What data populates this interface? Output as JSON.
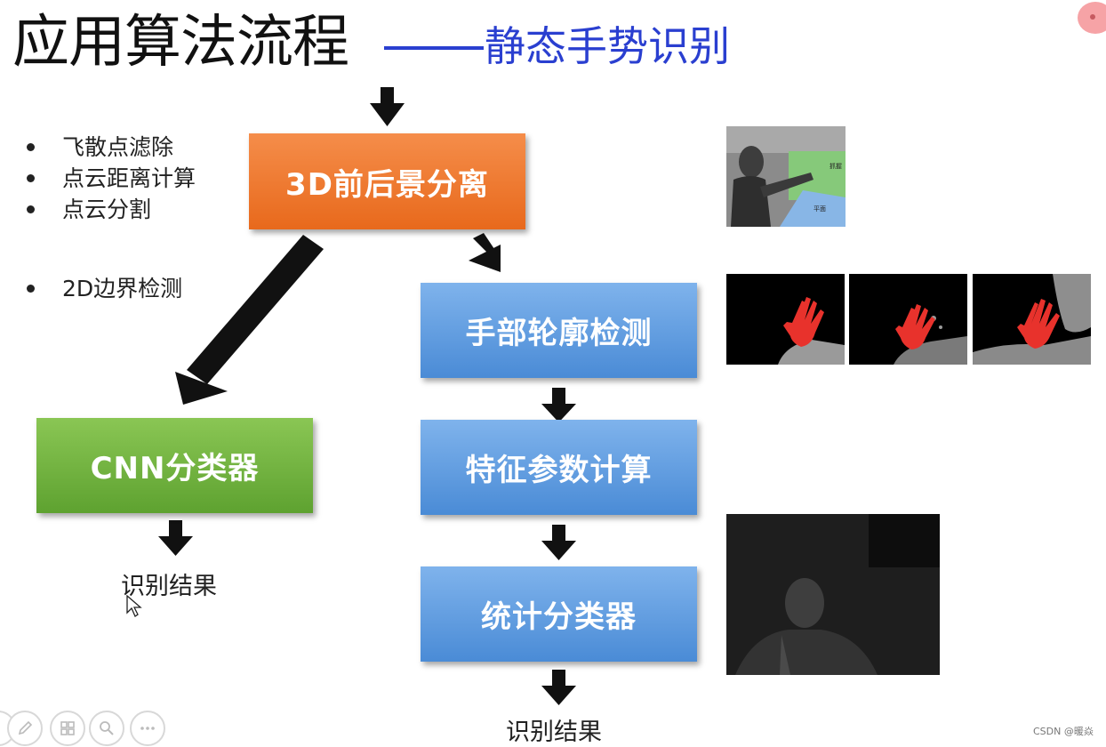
{
  "title": {
    "main": "应用算法流程",
    "sub": "静态手势识别"
  },
  "bullets": {
    "group1": [
      "飞散点滤除",
      "点云距离计算",
      "点云分割"
    ],
    "group2": [
      "2D边界检测"
    ]
  },
  "flow": {
    "foreground_separation": "3D前后景分离",
    "hand_contour": "手部轮廓检测",
    "feature_calc": "特征参数计算",
    "stat_classifier": "统计分类器",
    "cnn_classifier": "CNN分类器",
    "result_left": "识别结果",
    "result_bottom": "识别结果"
  },
  "thumbnail_labels": {
    "depth_top": "抓握",
    "depth_bottom": "平面"
  },
  "colors": {
    "title_blue": "#2a3fd0",
    "orange_box": "#ec7428",
    "blue_box": "#5a98de",
    "green_box": "#6db33f",
    "hand_red": "#e8322c"
  },
  "footer_icons": [
    "pen-icon",
    "grid-icon",
    "zoom-icon",
    "more-icon"
  ],
  "watermark": "CSDN @暖焱"
}
